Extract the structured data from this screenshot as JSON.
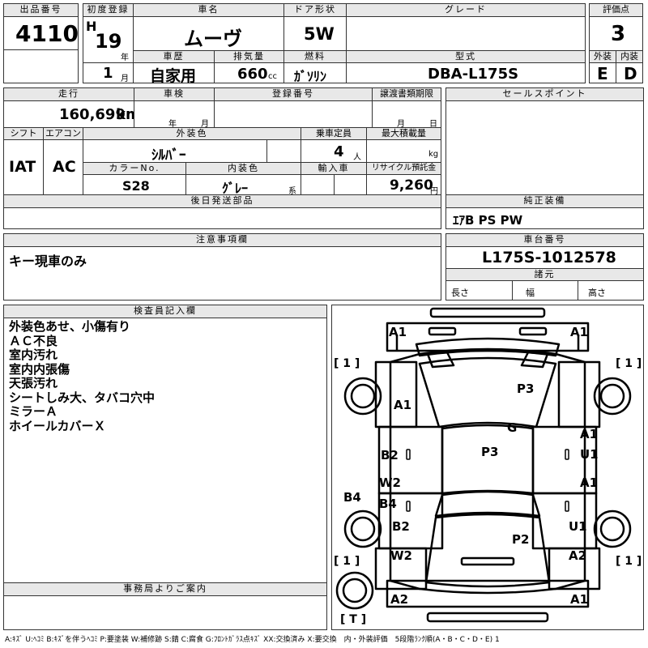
{
  "row1": {
    "lot_no_label": "出品番号",
    "lot_no": "4110",
    "first_reg_label": "初度登録",
    "era": "H",
    "year": "19",
    "year_unit": "年",
    "month": "1",
    "month_unit": "月",
    "car_name_label": "車名",
    "car_name": "ムーヴ",
    "history_label": "車歴",
    "history": "自家用",
    "displacement_label": "排気量",
    "displacement": "660",
    "displacement_unit": "cc",
    "door_label": "ドア形状",
    "door": "5W",
    "fuel_label": "燃料",
    "fuel": "ｶﾞｿﾘﾝ",
    "grade_label": "グレード",
    "grade": "",
    "model_label": "型式",
    "model": "DBA-L175S",
    "score_label": "評価点",
    "score": "3",
    "ext_label": "外装",
    "ext": "E",
    "int_label": "内装",
    "int": "D"
  },
  "row2": {
    "mileage_label": "走行",
    "mileage": "160,699",
    "mileage_unit": "km",
    "inspection_label": "車検",
    "insp_year_unit": "年",
    "insp_month_unit": "月",
    "reg_no_label": "登録番号",
    "transfer_label": "譲渡書類期限",
    "transfer_month_unit": "月",
    "transfer_day_unit": "日",
    "sales_label": "セールスポイント",
    "shift_label": "シフト",
    "shift": "IAT",
    "ac_label": "エアコン",
    "ac": "AC",
    "color_label": "外装色",
    "color": "ｼﾙﾊﾞｰ",
    "capacity_label": "乗車定員",
    "capacity": "4",
    "capacity_unit": "人",
    "load_label": "最大積載量",
    "load_unit": "kg",
    "color_no_label": "カラーNo.",
    "color_no": "S28",
    "int_color_label": "内装色",
    "int_color": "ｸﾞﾚｰ",
    "int_color_unit": "系",
    "import_label": "輸入車",
    "recycle_label": "リサイクル預託金",
    "recycle": "9,260",
    "recycle_unit": "円",
    "later_label": "後日発送部品",
    "equip_label": "純正装備",
    "equip": "ｴｱB PS PW"
  },
  "notes": {
    "label": "注意事項欄",
    "text": "キー現車のみ",
    "chassis_label": "車台番号",
    "chassis": "L175S-1012578",
    "dims_label": "諸元",
    "length": "長さ",
    "width": "幅",
    "height": "高さ"
  },
  "inspector": {
    "label": "検査員記入欄",
    "lines": [
      "外装色あせ、小傷有り",
      "ＡＣ不良",
      "室内汚れ",
      "室内内張傷",
      "天張汚れ",
      "シートしみ大、タバコ穴中",
      "ミラーＡ",
      "ホイールカバーＸ"
    ]
  },
  "office_label": "事務局よりご案内",
  "diagram": {
    "codes": [
      "A1",
      "A1",
      "A1",
      "P3",
      "G",
      "A1",
      "U1",
      "B2",
      "P3",
      "W2",
      "A1",
      "B4",
      "B4",
      "B2",
      "U1",
      "P2",
      "W2",
      "A2",
      "A2",
      "A1"
    ],
    "tire_fl": "[ 1 ]",
    "tire_fr": "[ 1 ]",
    "tire_rl": "[ 1 ]",
    "tire_rr": "[ 1 ]",
    "spare": "[ T ]"
  },
  "legend": "A:ｷｽﾞ U:ﾍｺﾐ B:ｷｽﾞを伴うﾍｺﾐ P:要塗装 W:補修跡 S:錆 C:腐食 G:ﾌﾛﾝﾄｶﾞﾗｽ点ｷｽﾞ XX:交換済み X:要交換　内・外装評価　5段階ﾗﾝｸ順(A・B・C・D・E) 1"
}
